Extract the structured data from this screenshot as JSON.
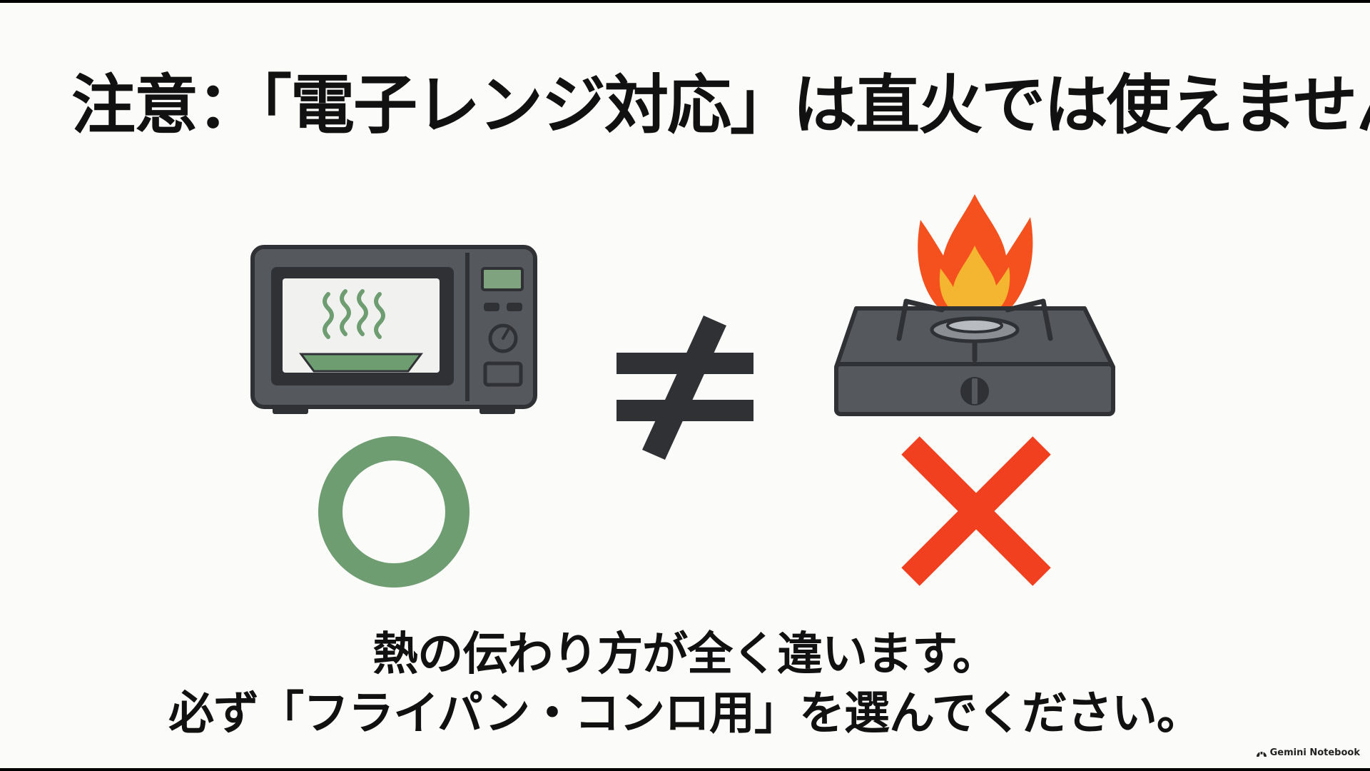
{
  "slide": {
    "title": "注意：「電子レンジ対応」は直火では使えません。",
    "caption_line1": "熱の伝わり方が全く違います。",
    "caption_line2": "必ず「フライパン・コンロ用」を選んでください。",
    "brand": "Gemini Notebook"
  },
  "icons": {
    "appliance_left": "microwave-icon",
    "appliance_right": "gas-stove-icon",
    "relation": "not-equal-icon",
    "ok_mark": "circle-mark-icon",
    "ng_mark": "cross-mark-icon",
    "brand_logo": "gemini-logo-icon"
  },
  "colors": {
    "appliance_body": "#55585c",
    "appliance_dark": "#2f3134",
    "ok_green": "#6f9d72",
    "ng_red": "#f0401f",
    "flame_orange": "#f4511e",
    "flame_yellow": "#f4b630",
    "text": "#111111"
  }
}
